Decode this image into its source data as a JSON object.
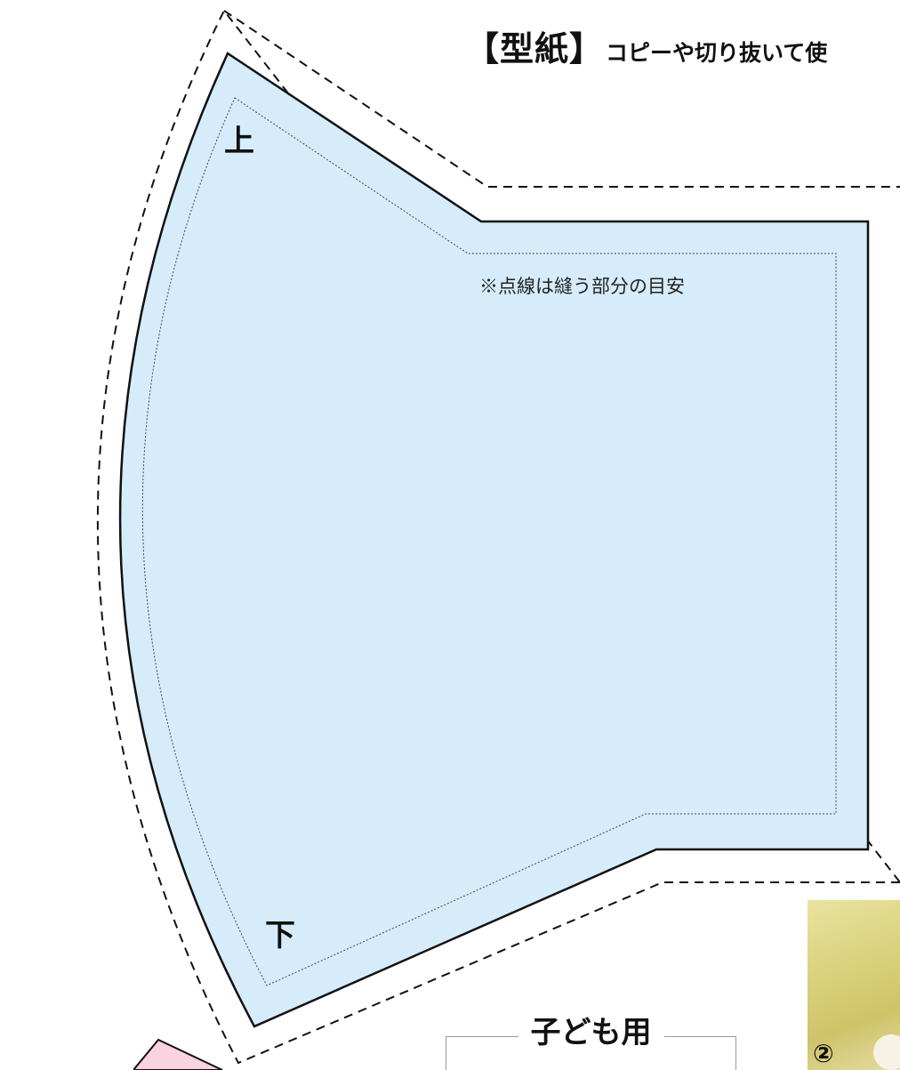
{
  "header": {
    "title_bracket": "【型紙】",
    "title_sub": "コピーや切り抜いて使"
  },
  "pattern": {
    "top_mark": "上",
    "bottom_mark": "下",
    "note": "※点線は縫う部分の目安",
    "fill_color": "#d6ecfb",
    "outline_color": "#111111",
    "cut_line": "dashed",
    "seam_line": "dotted"
  },
  "child_section": {
    "label": "子ども用"
  },
  "photo": {
    "step_number": "②"
  }
}
